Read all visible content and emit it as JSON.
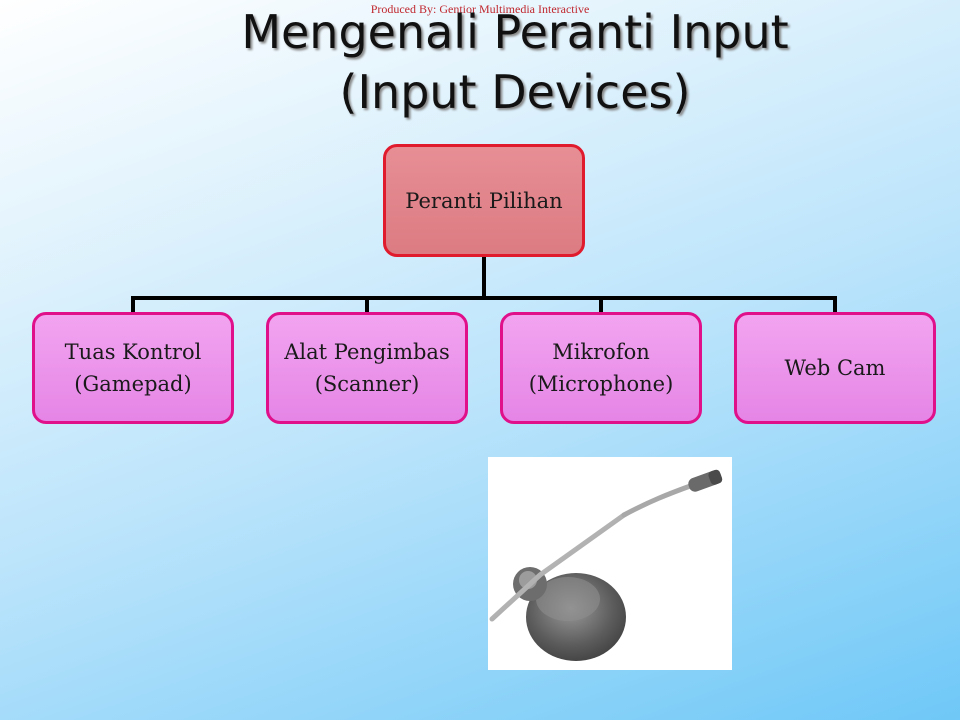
{
  "producer_credit": "Produced By: Gentior Multimedia Interactive",
  "title": {
    "line1": "Mengenali Peranti Input",
    "line2": "(Input Devices)"
  },
  "root": {
    "label": "Peranti Pilihan"
  },
  "children": [
    {
      "line1": "Tuas Kontrol",
      "line2": "(Gamepad)"
    },
    {
      "line1": "Alat Pengimbas",
      "line2": "(Scanner)"
    },
    {
      "line1": "Mikrofon",
      "line2": "(Microphone)"
    },
    {
      "line1": "Web Cam",
      "line2": ""
    }
  ],
  "image": {
    "icon": "microphone-icon"
  },
  "colors": {
    "root_fill": "#dc7b82",
    "root_border": "#e01b2d",
    "child_fill": "#e585e6",
    "child_border": "#e0108b",
    "connector": "#000000"
  }
}
